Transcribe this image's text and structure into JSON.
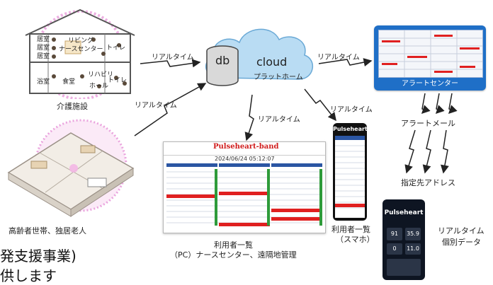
{
  "nodes": {
    "facility": {
      "rooms": [
        "居室",
        "居室",
        "居室",
        "リビング",
        "ナースセンター",
        "トイレ",
        "浴室",
        "食堂",
        "リハビリ",
        "ホール",
        "トイレ"
      ],
      "caption": "介護施設"
    },
    "cloud": {
      "db": "db",
      "title": "cloud",
      "subtitle": "プラットホーム"
    },
    "alert_center": {
      "label": "アラートセンター"
    },
    "alert_mail": {
      "label": "アラートメール"
    },
    "address": {
      "label": "指定先アドレス"
    },
    "home": {
      "caption": "高齢者世帯、独居老人"
    },
    "pc": {
      "brand": "Pulseheart-band",
      "time": "2024/06/24 05:12:07",
      "caption1": "利用者一覧",
      "caption2": "（PC）ナースセンター、遠隔地管理"
    },
    "smartphone": {
      "brand": "Pulseheart",
      "caption1": "利用者一覧",
      "caption2": "（スマホ）"
    },
    "personal": {
      "brand": "Pulseheart",
      "v1": "91",
      "v2": "35.9",
      "v3": "0",
      "v4": "11.0",
      "caption1": "リアルタイム",
      "caption2": "個別データ"
    }
  },
  "edges": {
    "realtime": "リアルタイム"
  },
  "partial_text": {
    "line1": "発支援事業)",
    "line2": "供します"
  },
  "colors": {
    "cloud": "#b9dcf3",
    "alert_blue": "#1f6fc7",
    "alert_red": "#e02020",
    "halo": "#e58ed6"
  }
}
